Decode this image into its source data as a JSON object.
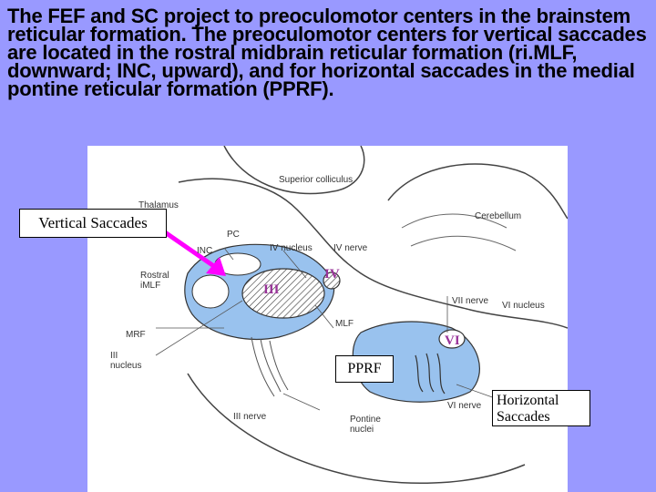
{
  "title": "The FEF and SC project to preoculomotor centers in the brainstem reticular formation. The preoculomotor centers for vertical saccades are located in the rostral midbrain reticular formation (ri.MLF, downward; INC, upward), and for horizontal saccades in the medial pontine reticular formation (PPRF).",
  "labels": {
    "superior_colliculus": "Superior colliculus",
    "thalamus": "Thalamus",
    "cerebellum": "Cerebellum",
    "pc": "PC",
    "inc": "INC",
    "iv_nucleus": "IV nucleus",
    "iv_nerve": "IV nerve",
    "rostral_imlf": "Rostral iMLF",
    "vii_nerve": "VII nerve",
    "vi_nucleus": "VI nucleus",
    "mlf": "MLF",
    "mrf": "MRF",
    "iii_nucleus": "III nucleus",
    "vi_nerve": "VI nerve",
    "iii_nerve": "III nerve",
    "pontine_nuclei": "Pontine nuclei"
  },
  "numerals": {
    "iii": "III",
    "iv": "IV",
    "vi": "VI"
  },
  "callouts": {
    "vertical": "Vertical Saccades",
    "pprf": "PPRF",
    "horizontal": "Horizontal Saccades"
  },
  "colors": {
    "background": "#9999ff",
    "region": "#99c2ee",
    "arrow": "#ff00ff",
    "numeral": "#993399"
  }
}
